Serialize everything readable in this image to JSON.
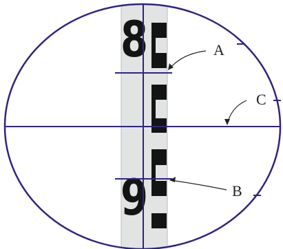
{
  "staff": {
    "upper_digit": "8",
    "lower_digit": "9"
  },
  "labels": {
    "upper_stadia": "A",
    "lower_stadia": "B",
    "horizontal_crosshair": "C"
  },
  "colors": {
    "reticle": "#2e2480",
    "staff_face": "#e2e4e4",
    "staff_marks": "#141414",
    "label_text": "#222222"
  }
}
